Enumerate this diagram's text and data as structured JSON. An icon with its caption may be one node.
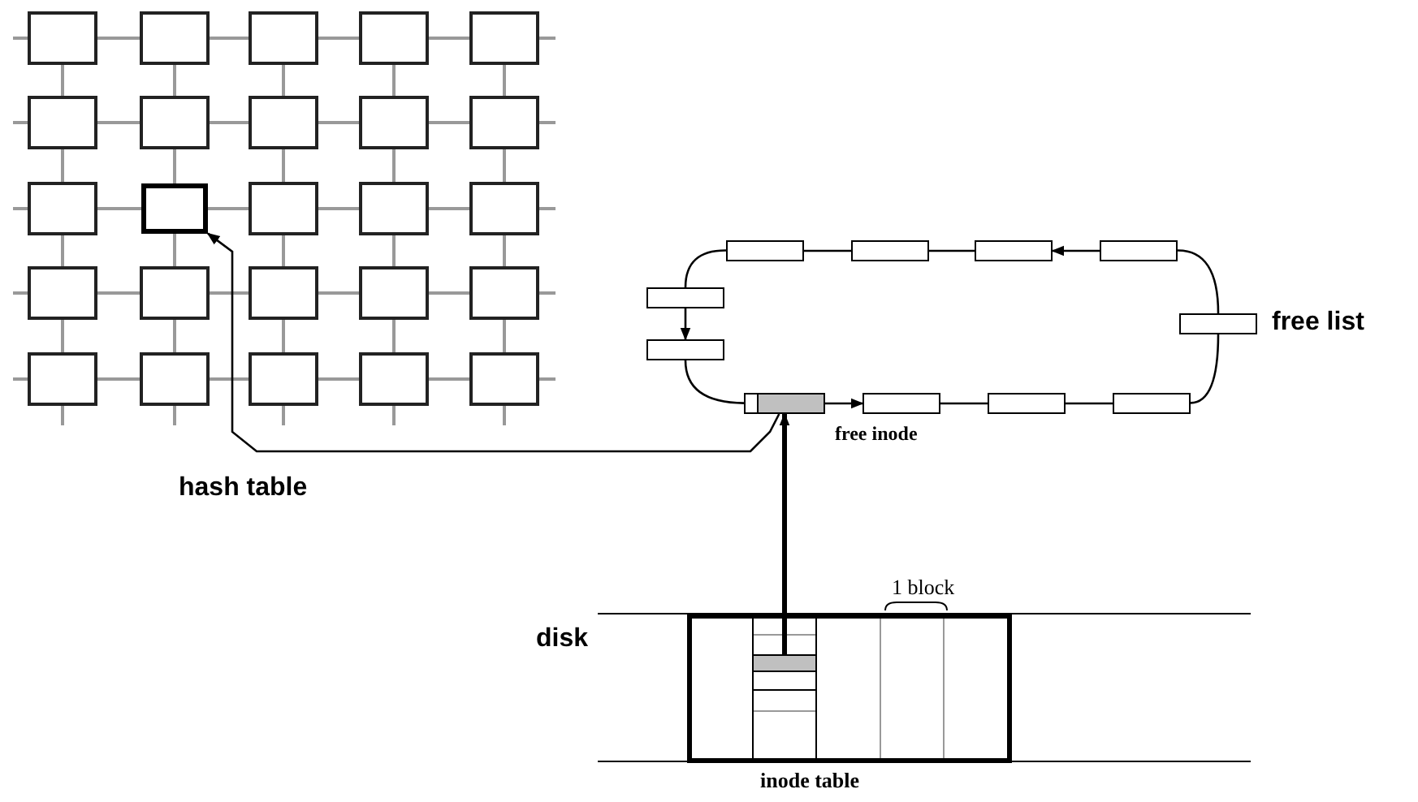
{
  "diagram": {
    "nodes": [
      {
        "text": [],
        "shape": "box"
      },
      {
        "text": [],
        "shape": "box"
      },
      {
        "text": [],
        "shape": "box"
      },
      {
        "text": [],
        "shape": "box"
      },
      {
        "text": [],
        "shape": "box"
      },
      {
        "text": [],
        "shape": "box"
      },
      {
        "text": [],
        "shape": "box"
      },
      {
        "text": [],
        "shape": "box",
        "beside": [
          "free list"
        ]
      },
      {
        "text": [],
        "shape": "box",
        "beside": [
          "free inode"
        ]
      },
      {
        "text": [],
        "shape": "box"
      },
      {
        "text": [],
        "shape": "box"
      },
      {
        "text": [],
        "shape": "box"
      },
      {
        "text": [],
        "shape": "box"
      },
      {
        "text": [],
        "shape": "box",
        "in": 12,
        "beside": [
          "inode table"
        ]
      },
      {
        "text": [],
        "shape": "box",
        "in": 13
      }
    ],
    "edges": [
      {
        "from": 8,
        "to": 9,
        "arrow": "to"
      },
      {
        "from": 9,
        "to": 10,
        "arrow": "none"
      },
      {
        "from": 10,
        "to": 11,
        "arrow": "none"
      },
      {
        "from": 11,
        "to": 7,
        "arrow": "none"
      },
      {
        "from": 7,
        "to": 4,
        "arrow": "none"
      },
      {
        "from": 4,
        "to": 3,
        "arrow": "to"
      },
      {
        "from": 3,
        "to": 2,
        "arrow": "none"
      },
      {
        "from": 2,
        "to": 1,
        "arrow": "none"
      },
      {
        "from": 1,
        "to": 5,
        "arrow": "none"
      },
      {
        "from": 5,
        "to": 6,
        "arrow": "to"
      },
      {
        "from": 6,
        "to": 8,
        "arrow": "none"
      },
      {
        "from": 14,
        "to": 8,
        "arrow": "to",
        "style": "thick"
      },
      {
        "from": 8,
        "to": 0,
        "arrow": "to"
      }
    ],
    "labels": [
      "hash table",
      "disk",
      "1 block"
    ]
  }
}
